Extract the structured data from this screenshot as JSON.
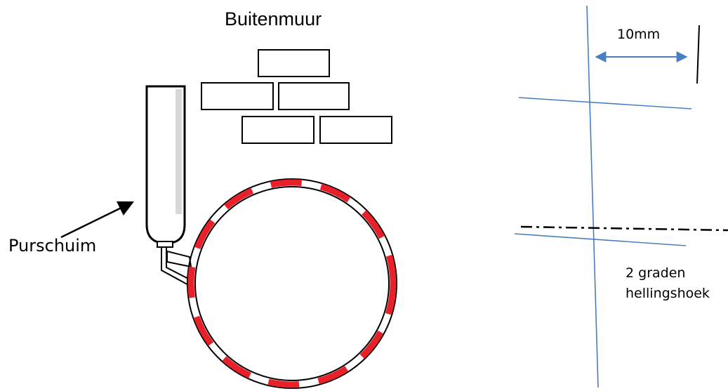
{
  "left_figure": {
    "wall_label": "Buitenmuur",
    "foam_label": "Purschuim"
  },
  "right_figure": {
    "dimension_label": "10mm",
    "slope_label_line1": "2 graden",
    "slope_label_line2": "hellingshoek"
  },
  "colors": {
    "line": "#000000",
    "pipe_tape": "#e8202a",
    "guide_line": "#4a7ec0",
    "can_highlight": "#d8d8d8"
  }
}
